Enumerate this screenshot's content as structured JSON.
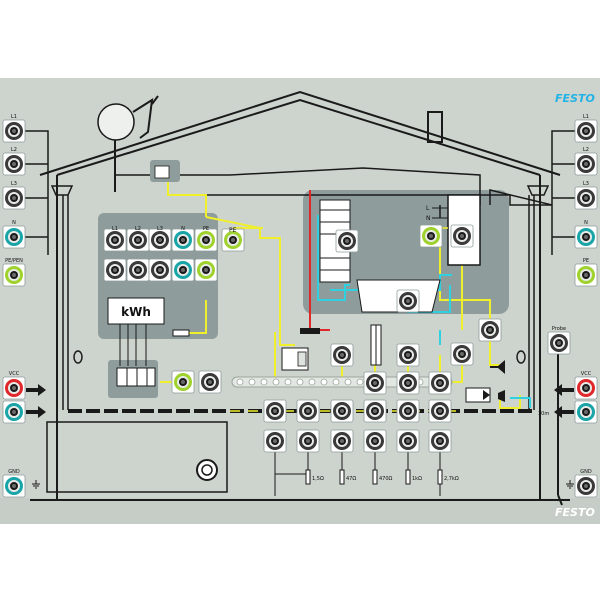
{
  "brand": {
    "logo_text": "FESTO"
  },
  "colors": {
    "panel": "#cdd3cd",
    "box": "#8f9c9c",
    "yellow": "#f0ef2c",
    "cyan": "#2fd0e0",
    "red": "#e0282a",
    "teal_ring": "#19a5a7",
    "green_ring": "#9fd22d"
  },
  "left_terminals": [
    {
      "label": "L1"
    },
    {
      "label": "L2"
    },
    {
      "label": "L3"
    },
    {
      "label": "N"
    },
    {
      "label": "PE/PEN"
    },
    {
      "label": "VCC"
    },
    {
      "label": ""
    },
    {
      "label": "GND"
    }
  ],
  "right_terminals": [
    {
      "label": "L1"
    },
    {
      "label": "L2"
    },
    {
      "label": "L3"
    },
    {
      "label": "N"
    },
    {
      "label": "PE"
    },
    {
      "label": "Probe"
    },
    {
      "label": "VCC"
    },
    {
      "label": ""
    },
    {
      "label": "GND"
    }
  ],
  "meter": {
    "column_labels": [
      "L1",
      "L2",
      "L3",
      "N",
      "PE"
    ],
    "kwh_label": "kWh",
    "pe_label": "PE"
  },
  "heater": {
    "labels": [
      "L",
      "N"
    ]
  },
  "resistors": [
    {
      "label": "1,5Ω"
    },
    {
      "label": "47Ω"
    },
    {
      "label": "470Ω"
    },
    {
      "label": "1kΩ"
    },
    {
      "label": "2,7kΩ"
    }
  ],
  "labels": {
    "earthing_conductor": "30m"
  }
}
